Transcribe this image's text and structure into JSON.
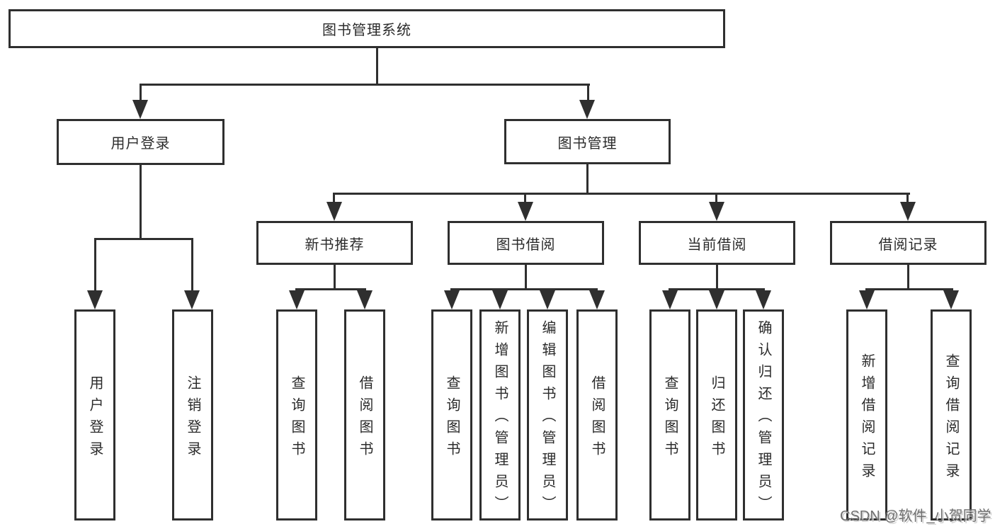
{
  "tree": {
    "root": {
      "label": "图书管理系统"
    },
    "branches": [
      {
        "label": "用户登录",
        "children": [
          {
            "label": "用户登录"
          },
          {
            "label": "注销登录"
          }
        ]
      },
      {
        "label": "图书管理",
        "children": [
          {
            "label": "新书推荐",
            "children": [
              {
                "label": "查询图书"
              },
              {
                "label": "借阅图书"
              }
            ]
          },
          {
            "label": "图书借阅",
            "children": [
              {
                "label": "查询图书"
              },
              {
                "label": "新增图书（管理员）"
              },
              {
                "label": "编辑图书（管理员）"
              },
              {
                "label": "借阅图书"
              }
            ]
          },
          {
            "label": "当前借阅",
            "children": [
              {
                "label": "查询图书"
              },
              {
                "label": "归还图书"
              },
              {
                "label": "确认归还（管理员）"
              }
            ]
          },
          {
            "label": "借阅记录",
            "children": [
              {
                "label": "新增借阅记录"
              },
              {
                "label": "查询借阅记录"
              }
            ]
          }
        ]
      }
    ]
  },
  "watermark": "CSDN @软件_小贺同学",
  "colors": {
    "background": "#ffffff",
    "line": "#2f2f2f",
    "text": "#2b2b2b",
    "watermark_text": "#6f6f6f"
  }
}
